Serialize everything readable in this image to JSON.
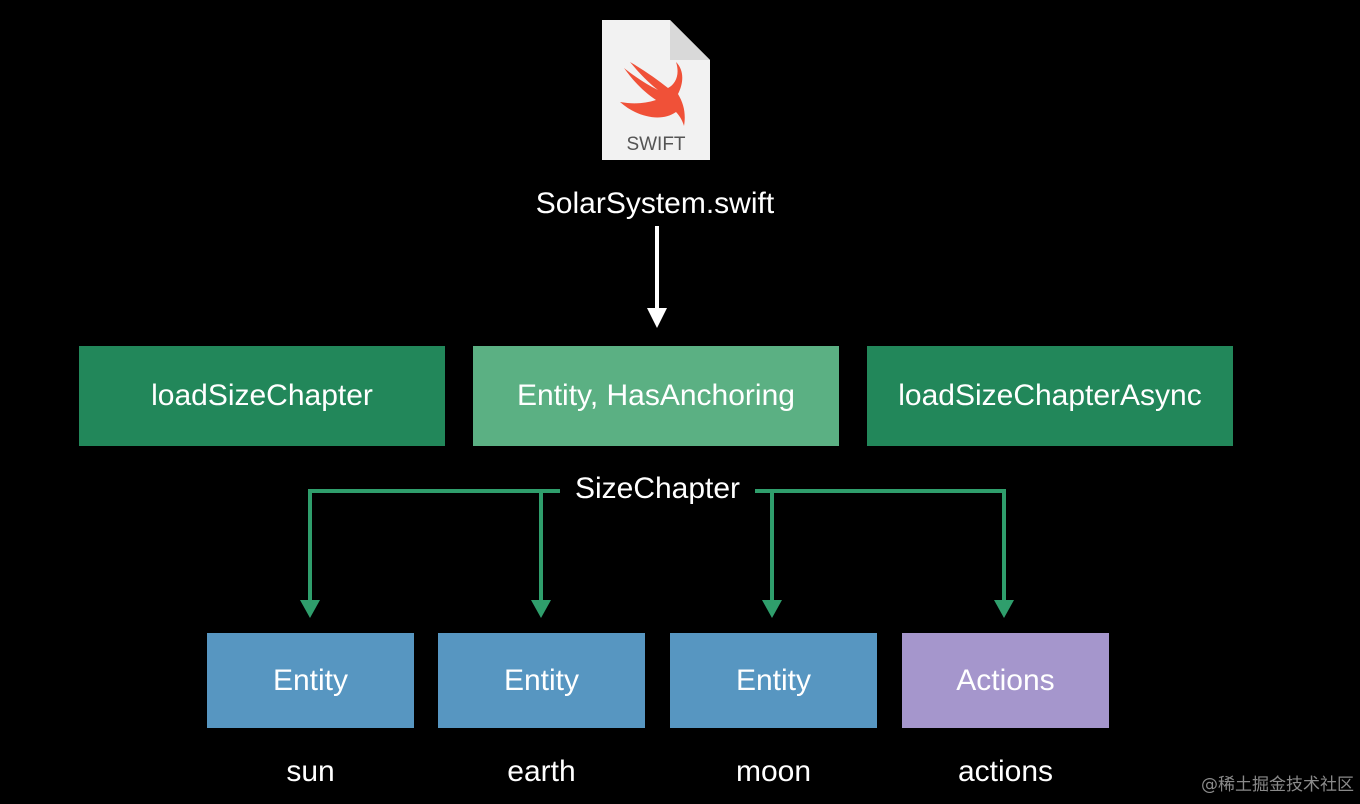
{
  "file": {
    "icon": "swift-file-icon",
    "icon_label": "SWIFT",
    "name": "SolarSystem.swift"
  },
  "generated": {
    "load": "loadSizeChapter",
    "entity": "Entity, HasAnchoring",
    "async": "loadSizeChapterAsync"
  },
  "scene": {
    "label": "SizeChapter",
    "children": [
      {
        "type": "Entity",
        "name": "sun"
      },
      {
        "type": "Entity",
        "name": "earth"
      },
      {
        "type": "Entity",
        "name": "moon"
      },
      {
        "type": "Actions",
        "name": "actions"
      }
    ]
  },
  "watermark": "@稀土掘金技术社区",
  "colors": {
    "background": "#000000",
    "dark_green": "#22875a",
    "light_green": "#5bb083",
    "connector_green": "#2f9e6c",
    "entity_blue": "#5796c1",
    "actions_purple": "#a596cc",
    "swift_orange": "#f05138"
  }
}
